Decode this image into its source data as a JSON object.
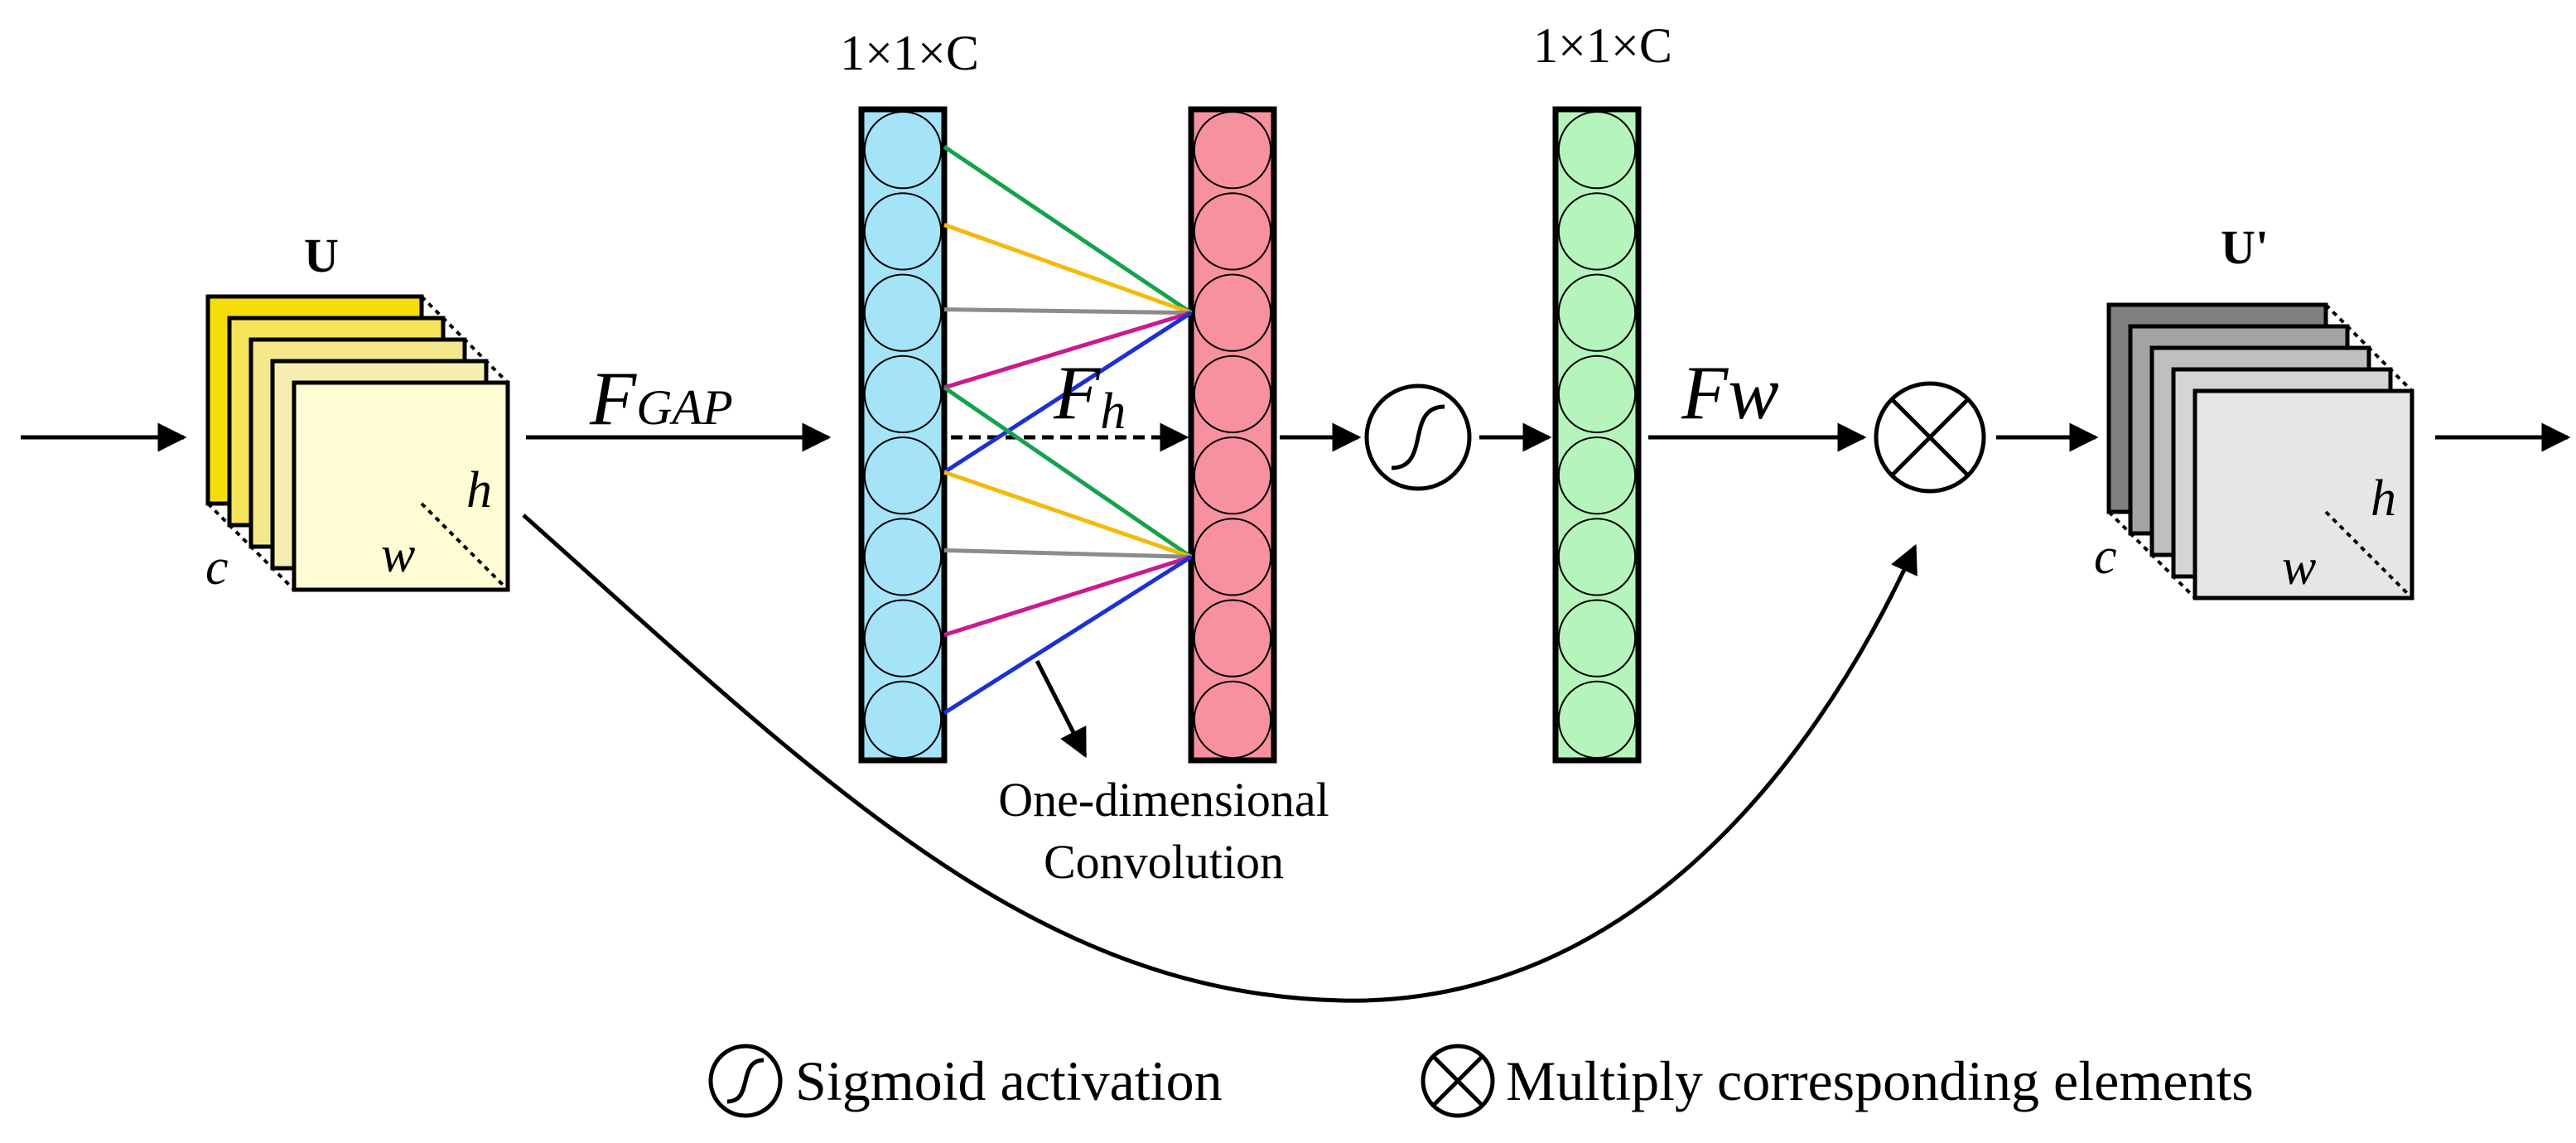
{
  "input_tensor": {
    "title": "U",
    "c": "c",
    "h": "h",
    "w": "w"
  },
  "output_tensor": {
    "title": "U'",
    "c": "c",
    "h": "h",
    "w": "w"
  },
  "labels": {
    "gap": "F",
    "gap_sub": "GAP",
    "fh": "F",
    "fh_sub": "h",
    "fw": "Fw",
    "shape_top_1": "1×1×C",
    "shape_top_2": "1×1×C",
    "conv_line1": "One-dimensional",
    "conv_line2": "Convolution"
  },
  "legend": {
    "sigmoid": "Sigmoid activation",
    "multiply": "Multiply corresponding elements"
  },
  "colors": {
    "input_layers": [
      "#f5dd0a",
      "#f5e35a",
      "#f5e88c",
      "#f6eeb0",
      "#fdfcd2"
    ],
    "output_layers": [
      "#808080",
      "#a3a3a3",
      "#bfbfbf",
      "#d5d5d5",
      "#e6e6e6"
    ],
    "col_blue": "#a5e3f9",
    "col_pink": "#f7919f",
    "col_green": "#b5f5bc",
    "conv_lines": [
      "#15a24b",
      "#f5b90e",
      "#8c8c8c",
      "#cb1a8e",
      "#1a30d8"
    ]
  },
  "columns": {
    "circles_per_column": 8
  }
}
